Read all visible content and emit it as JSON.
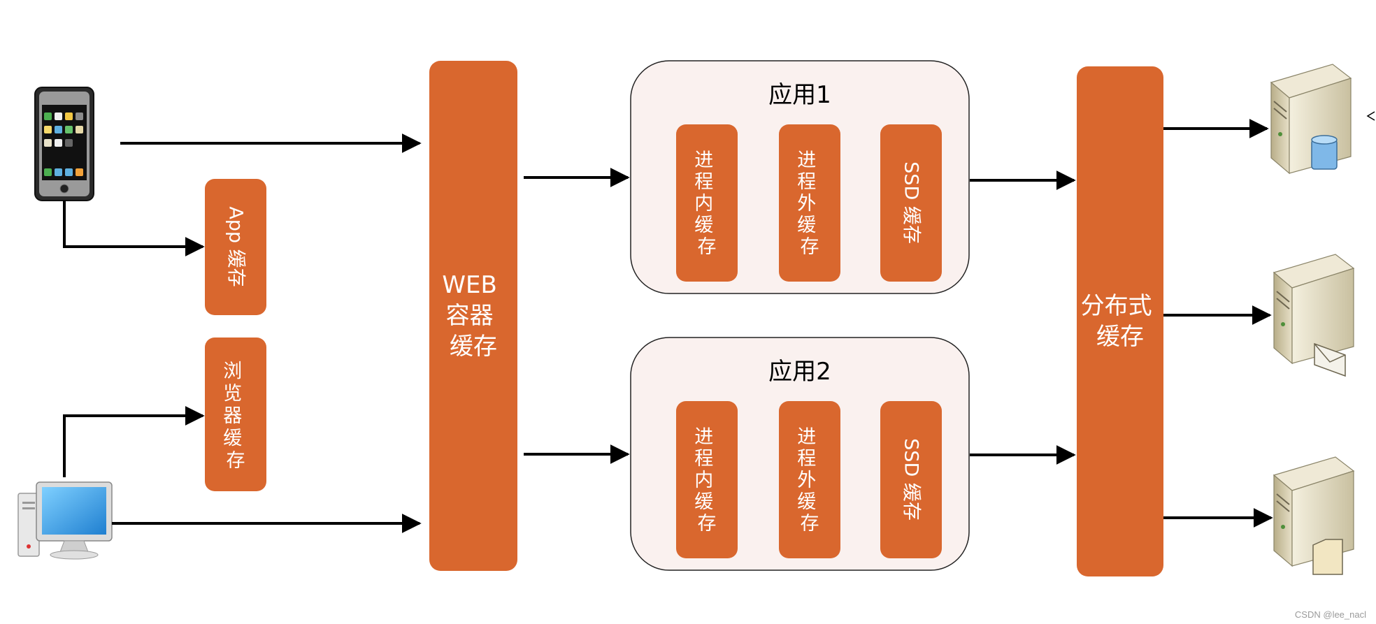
{
  "colors": {
    "accent": "#d9672e",
    "panel_fill": "#faf1ef",
    "line": "#000000"
  },
  "clients": {
    "phone_icon": "smartphone-icon",
    "pc_icon": "desktop-computer-icon"
  },
  "app_cache": "App 缓存",
  "browser_cache": [
    "浏",
    "览",
    "器",
    "缓",
    "存"
  ],
  "web_cache": [
    "WEB",
    "容器",
    "缓存"
  ],
  "apps": [
    {
      "title": "应用1",
      "in_process": [
        "进",
        "程",
        "内",
        "缓",
        "存"
      ],
      "out_process": [
        "进",
        "程",
        "外",
        "缓",
        "存"
      ],
      "ssd": "SSD 缓存"
    },
    {
      "title": "应用2",
      "in_process": [
        "进",
        "程",
        "内",
        "缓",
        "存"
      ],
      "out_process": [
        "进",
        "程",
        "外",
        "缓",
        "存"
      ],
      "ssd": "SSD 缓存"
    }
  ],
  "distributed_cache": [
    "分布式",
    "缓存"
  ],
  "servers": [
    {
      "icon": "database-server-icon"
    },
    {
      "icon": "mail-server-icon"
    },
    {
      "icon": "file-server-icon"
    }
  ],
  "watermark": "CSDN @lee_nacl"
}
